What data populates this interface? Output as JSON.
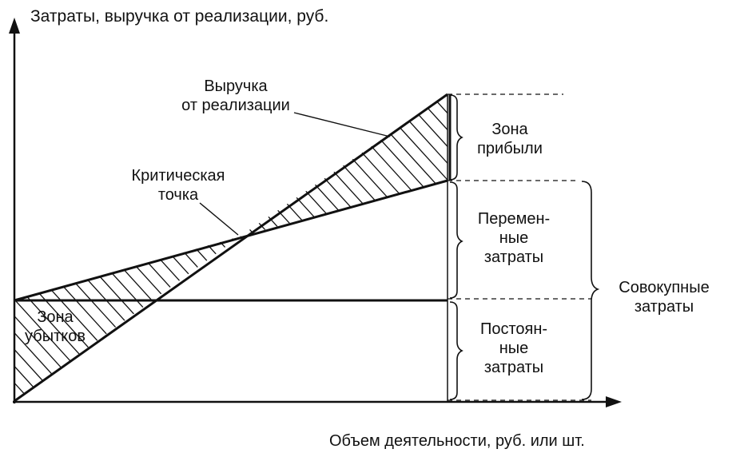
{
  "y_axis_label": "Затраты, выручка от реализации, руб.",
  "x_axis_label": "Объем деятельности, руб. или шт.",
  "revenue_label": {
    "line1": "Выручка",
    "line2": "от реализации"
  },
  "critical_point_label": {
    "line1": "Критическая",
    "line2": "точка"
  },
  "loss_zone_label": {
    "line1": "Зона",
    "line2": "убытков"
  },
  "profit_zone_label": {
    "line1": "Зона",
    "line2": "прибыли"
  },
  "variable_costs_label": {
    "line1": "Перемен-",
    "line2": "ные",
    "line3": "затраты"
  },
  "fixed_costs_label": {
    "line1": "Постоян-",
    "line2": "ные",
    "line3": "затраты"
  },
  "total_costs_label": {
    "line1": "Совокупные",
    "line2": "затраты"
  },
  "colors": {
    "ink": "#111111",
    "background": "#ffffff"
  }
}
